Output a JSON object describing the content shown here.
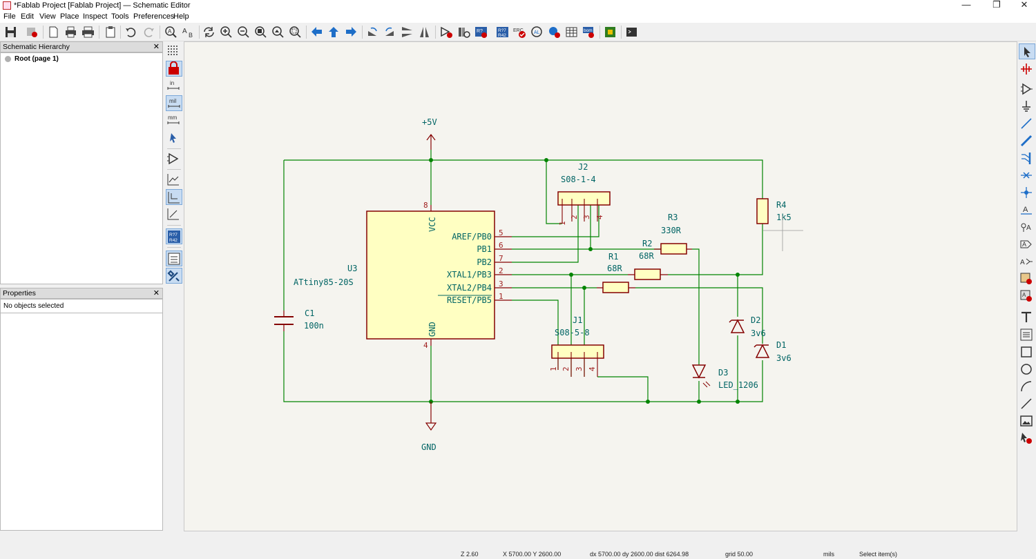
{
  "window": {
    "title": "*Fablab Project [Fablab Project] — Schematic Editor",
    "minimize": "—",
    "restore": "❐",
    "close": "✕"
  },
  "menu": [
    "File",
    "Edit",
    "View",
    "Place",
    "Inspect",
    "Tools",
    "Preferences",
    "Help"
  ],
  "hierarchy": {
    "title": "Schematic Hierarchy",
    "root": "Root (page 1)",
    "close": "✕"
  },
  "properties": {
    "title": "Properties",
    "empty": "No objects selected",
    "close": "✕"
  },
  "units": {
    "inch": "in",
    "mil": "mil",
    "mm": "mm"
  },
  "schematic": {
    "power_5v": "+5V",
    "gnd": "GND",
    "u3": {
      "ref": "U3",
      "value": "ATtiny85-20S",
      "vcc": "VCC",
      "gnd": "GND",
      "vcc_pin": "8",
      "gnd_pin": "4",
      "pins": [
        {
          "name": "AREF/PB0",
          "num": "5"
        },
        {
          "name": "PB1",
          "num": "6"
        },
        {
          "name": "PB2",
          "num": "7"
        },
        {
          "name": "XTAL1/PB3",
          "num": "2"
        },
        {
          "name": "XTAL2/PB4",
          "num": "3"
        },
        {
          "name": "RESET/PB5",
          "num": "1"
        }
      ]
    },
    "c1": {
      "ref": "C1",
      "value": "100n"
    },
    "j2": {
      "ref": "J2",
      "value": "S08-1-4",
      "pins": [
        "1",
        "2",
        "3",
        "4"
      ]
    },
    "j1": {
      "ref": "J1",
      "value": "S08-5-8",
      "pins": [
        "1",
        "2",
        "3",
        "4"
      ]
    },
    "r1": {
      "ref": "R1",
      "value": "68R"
    },
    "r2": {
      "ref": "R2",
      "value": "68R"
    },
    "r3": {
      "ref": "R3",
      "value": "330R"
    },
    "r4": {
      "ref": "R4",
      "value": "1k5"
    },
    "d1": {
      "ref": "D1",
      "value": "3v6"
    },
    "d2": {
      "ref": "D2",
      "value": "3v6"
    },
    "d3": {
      "ref": "D3",
      "value": "LED_1206"
    }
  },
  "status": {
    "zoom": "Z 2.60",
    "xy": "X 5700.00  Y 2600.00",
    "delta": "dx 5700.00  dy 2600.00  dist 6264.98",
    "grid": "grid 50.00",
    "units": "mils",
    "mode": "Select item(s)"
  },
  "colors": {
    "wire": "#008400",
    "symbol": "#840000",
    "body_fill": "#ffffc2",
    "text": "#006464",
    "canvas": "#f5f4ef"
  }
}
